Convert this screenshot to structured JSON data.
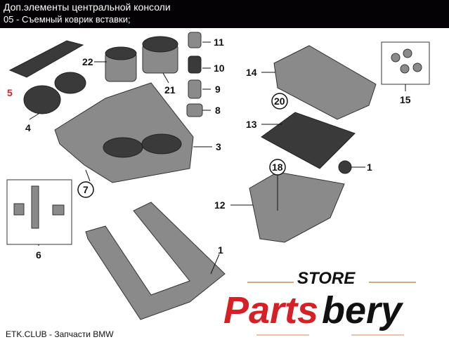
{
  "header": {
    "title": "Доп.элементы центральной консоли",
    "subtitle": "05 - Съемный коврик вставки;"
  },
  "callouts": {
    "c22": "22",
    "c11": "11",
    "c10": "10",
    "c21": "21",
    "c9": "9",
    "c8": "8",
    "c5": "5",
    "c4": "4",
    "c3": "3",
    "c7": "7",
    "c6": "6",
    "c14": "14",
    "c20": "20",
    "c15": "15",
    "c13": "13",
    "c18": "18",
    "c17": "1",
    "c12": "12",
    "c1": "1"
  },
  "highlight_color": "#e0202a",
  "watermark": {
    "store": "STORE",
    "brand_red": "Parts",
    "brand_black": "bery"
  },
  "footer": "ETK.CLUB - Запчасти BMW"
}
